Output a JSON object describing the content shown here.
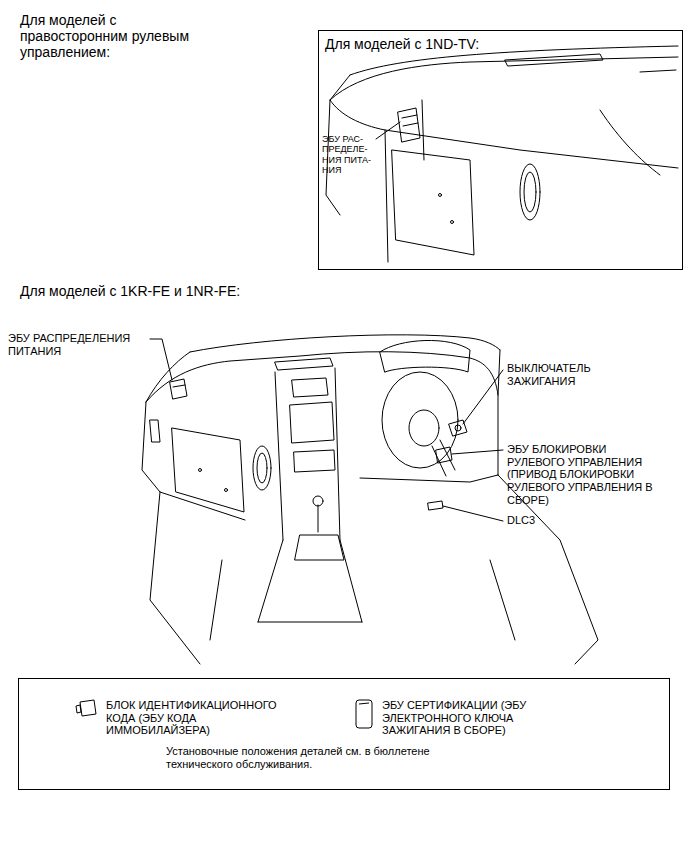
{
  "diagram": {
    "title": "Для моделей с правосторонним рулевым управлением:",
    "nodes": [
      {
        "text": [
          "Для моделей с 1ND-TV:"
        ]
      },
      {
        "text": [
          "Установочные положения деталей см. в бюллетене технического обслуживания."
        ]
      }
    ],
    "labels": [
      "ЭБУ РАС- ПРЕДЕЛЕ- НИЯ ПИТА- НИЯ",
      "Для моделей с 1KR-FE и 1NR-FE:",
      "ЭБУ РАСПРЕДЕЛЕНИЯ ПИТАНИЯ",
      "ВЫКЛЮЧАТЕЛЬ ЗАЖИГАНИЯ",
      "ЭБУ БЛОКИРОВКИ РУЛЕВОГО УПРАВЛЕНИЯ (ПРИВОД БЛОКИРОВКИ РУЛЕВОГО УПРАВЛЕНИЯ В СБОРЕ)",
      "DLC3"
    ],
    "legend": [
      {
        "text": "БЛОК ИДЕНТИФИКАЦИОННОГО КОДА (ЭБУ КОДА ИММОБИЛАЙЗЕРА)"
      },
      {
        "text": "ЭБУ СЕРТИФИКАЦИИ (ЭБУ ЭЛЕКТРОННОГО КЛЮЧА ЗАЖИГАНИЯ В СБОРЕ)"
      }
    ]
  }
}
